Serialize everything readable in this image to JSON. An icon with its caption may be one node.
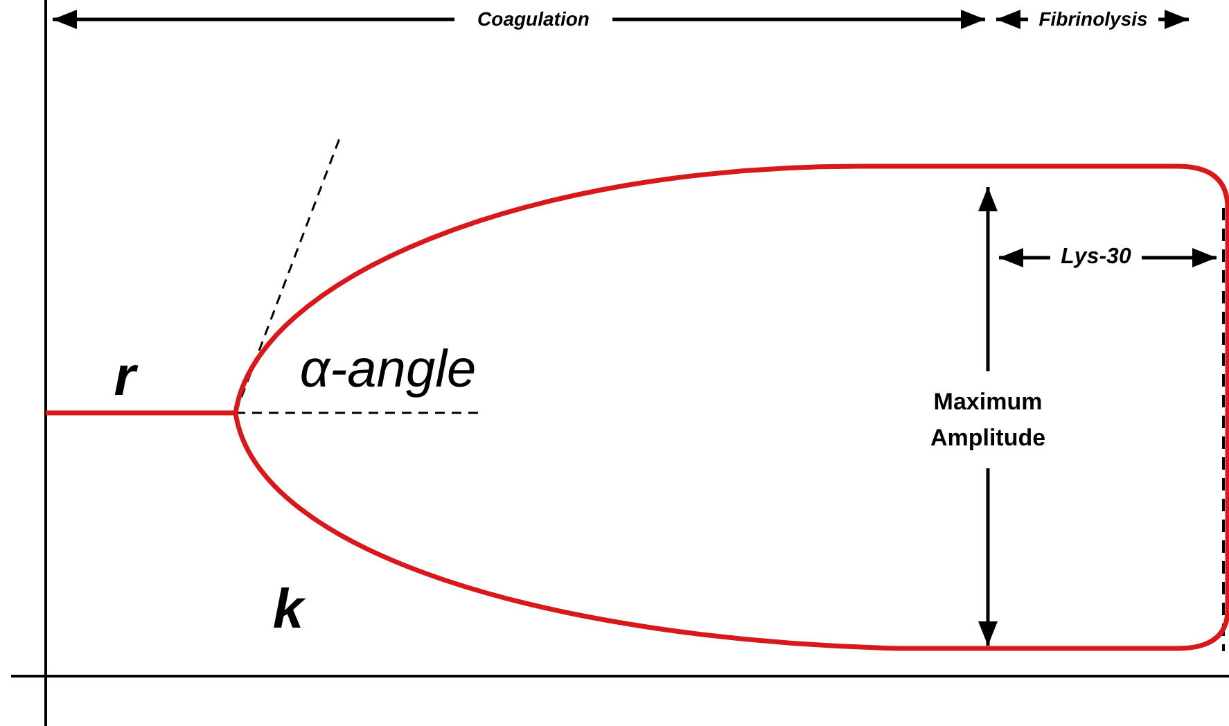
{
  "diagram": {
    "labels": [
      "Coagulation",
      "Fibrinolysis",
      "r",
      "α-angle",
      "k",
      "Maximum Amplitude",
      "Lys-30"
    ]
  }
}
